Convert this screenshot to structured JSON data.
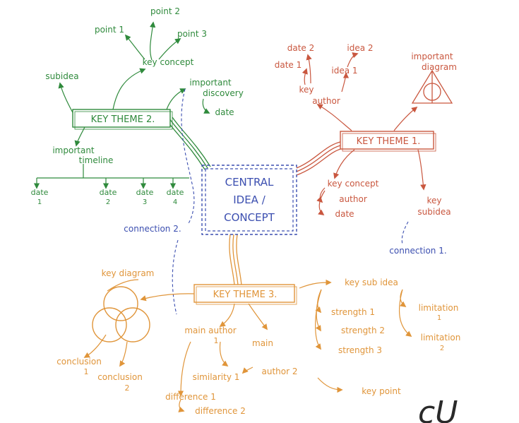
{
  "colors": {
    "green": "#2f8a3c",
    "red": "#c9573f",
    "blue": "#3c4fb0",
    "orange": "#e0953a",
    "dark": "#2a2a2a"
  },
  "central": {
    "line1": "CENTRAL",
    "line2": "IDEA /",
    "line3": "CONCEPT"
  },
  "theme2": {
    "title": "KEY THEME 2.",
    "subidea": "subidea",
    "key_concept": "key concept",
    "point1": "point 1",
    "point2": "point 2",
    "point3": "point 3",
    "discovery_l1": "important",
    "discovery_l2": "discovery",
    "discovery_date": "date",
    "timeline_l1": "important",
    "timeline_l2": "timeline",
    "dates": [
      {
        "label": "date",
        "num": "1"
      },
      {
        "label": "date",
        "num": "2"
      },
      {
        "label": "date",
        "num": "3"
      },
      {
        "label": "date",
        "num": "4"
      }
    ],
    "connection": "connection 2."
  },
  "theme1": {
    "title": "KEY THEME 1.",
    "date2": "date 2",
    "date1": "date 1",
    "idea2": "idea 2",
    "idea1": "idea 1",
    "key_author_l1": "key",
    "key_author_l2": "author",
    "diagram_l1": "important",
    "diagram_l2": "diagram",
    "key_concept": "key concept",
    "author": "author",
    "date": "date",
    "key_subidea_l1": "key",
    "key_subidea_l2": "subidea",
    "connection": "connection 1."
  },
  "theme3": {
    "title": "KEY THEME 3.",
    "key_diagram": "key diagram",
    "conclusion1_l1": "conclusion",
    "conclusion1_l2": "1",
    "conclusion2_l1": "conclusion",
    "conclusion2_l2": "2",
    "main_author1_l1": "main author",
    "main_author1_l2": "1",
    "main_author2_l1": "main",
    "main_author2_l2": "author 2",
    "similarity1": "similarity 1",
    "difference1": "difference 1",
    "difference2": "difference 2",
    "key_point": "key point",
    "key_subidea": "key sub idea",
    "strength1": "strength 1",
    "strength2": "strength 2",
    "strength3": "strength 3",
    "limitation1_l1": "limitation",
    "limitation1_l2": "1",
    "limitation2_l1": "limitation",
    "limitation2_l2": "2"
  },
  "corner_mark": "cU"
}
